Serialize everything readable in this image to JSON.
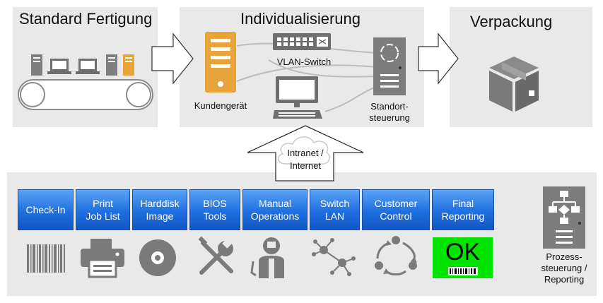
{
  "stages": {
    "standard": {
      "title": "Standard Fertigung"
    },
    "individual": {
      "title": "Individualisierung"
    },
    "packaging": {
      "title": "Verpackung"
    }
  },
  "individual_labels": {
    "vlan_switch": "VLAN-Switch",
    "customer_device": "Kundengerät",
    "location_control": "Standort-\nsteuerung"
  },
  "network": {
    "label": "Intranet /\nInternet"
  },
  "process_steps": [
    {
      "label": "Check-In",
      "icon": "barcode-icon"
    },
    {
      "label": "Print\nJob List",
      "icon": "printer-icon"
    },
    {
      "label": "Harddisk\nImage",
      "icon": "disc-icon"
    },
    {
      "label": "BIOS\nTools",
      "icon": "tools-icon"
    },
    {
      "label": "Manual\nOperations",
      "icon": "worker-icon"
    },
    {
      "label": "Switch\nLAN",
      "icon": "network-icon"
    },
    {
      "label": "Customer\nControl",
      "icon": "cycle-icon"
    },
    {
      "label": "Final\nReporting",
      "icon": "ok-badge"
    }
  ],
  "ok_badge": {
    "text": "OK",
    "color": "#00e400"
  },
  "process_control": {
    "label": "Prozess-\nsteuerung /\nReporting"
  },
  "colors": {
    "button_top": "#5aa3f5",
    "button_bottom": "#1256c4",
    "server_orange": "#e8a33a",
    "server_gray": "#808080",
    "icon_gray": "#7a7a7a"
  }
}
